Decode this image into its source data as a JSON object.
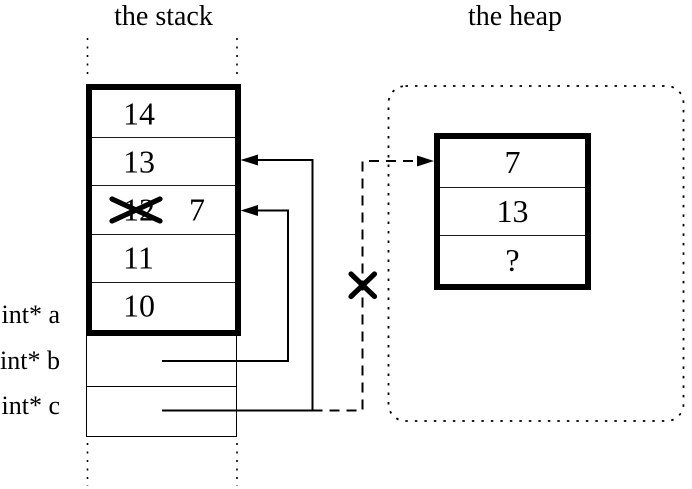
{
  "stack_title": "the stack",
  "heap_title": "the heap",
  "stack_cells": [
    {
      "value": "14"
    },
    {
      "value": "13"
    },
    {
      "value": "12",
      "status": "crossed-out",
      "new_value": "7"
    },
    {
      "value": "11"
    },
    {
      "value": "10"
    }
  ],
  "stack_variables": [
    {
      "label": "int* a"
    },
    {
      "label": "int* b"
    },
    {
      "label": "int* c"
    }
  ],
  "heap_cells": [
    {
      "value": "7"
    },
    {
      "value": "13"
    },
    {
      "value": "?"
    }
  ],
  "pointers": {
    "b_target": "stack cell 12/7",
    "c_target": "stack cell 13",
    "dangling_target": "heap cell 7",
    "dangling_style": "dashed-crossed-out"
  },
  "colors": {
    "ink": "#000000",
    "background": "#ffffff"
  }
}
